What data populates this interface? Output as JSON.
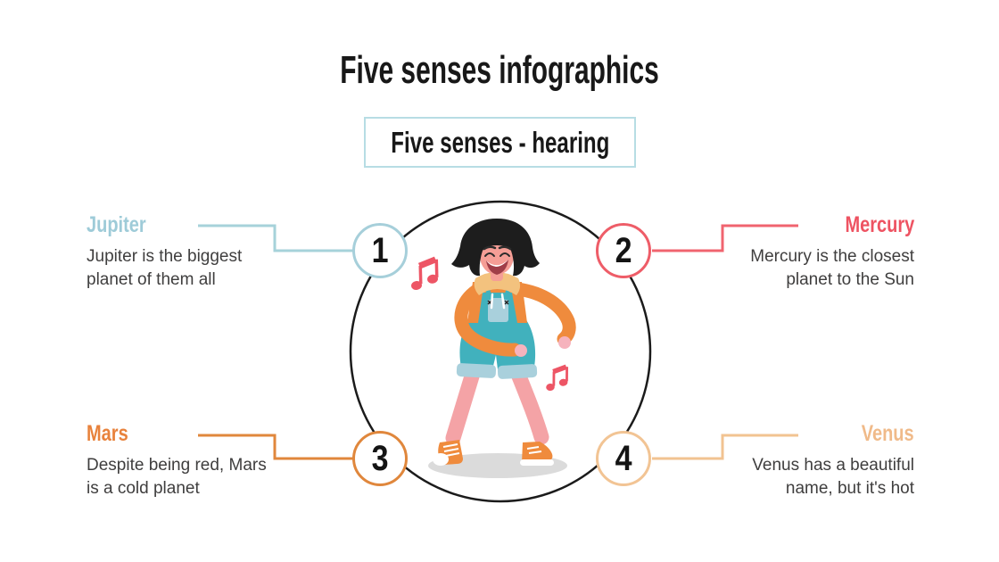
{
  "slide": {
    "title": "Five senses infographics",
    "subtitle": "Five senses - hearing",
    "background": "#ffffff",
    "title_color": "#181818",
    "body_text_color": "#3f3e3e",
    "subtitle_border_color": "#b7dde4"
  },
  "center": {
    "illustration": "dancing-girl-listening-to-music",
    "stage_circle_color": "#1b1b1b",
    "music_note_color": "#ed5565",
    "shadow_color": "#dbdbdb",
    "girl_colors": {
      "hair": "#1d1d1d",
      "skin": "#f59e96",
      "jacket": "#ef8b3d",
      "hood": "#f3c27e",
      "romper": "#41b1bd",
      "bib": "#a9d0dc"
    }
  },
  "callouts": [
    {
      "number": "1",
      "label": "Jupiter",
      "lines": [
        "Jupiter is the biggest",
        "planet of them all"
      ],
      "color": "#9ecbd8",
      "side": "left"
    },
    {
      "number": "2",
      "label": "Mercury",
      "lines": [
        "Mercury is the closest",
        "planet to the Sun"
      ],
      "color": "#ee5362",
      "side": "right"
    },
    {
      "number": "3",
      "label": "Mars",
      "lines": [
        "Despite being red, Mars",
        "is a cold planet"
      ],
      "color": "#e8823c",
      "side": "left"
    },
    {
      "number": "4",
      "label": "Venus",
      "lines": [
        "Venus has a beautiful",
        "name, but it's hot"
      ],
      "color": "#f0ba89",
      "side": "right"
    }
  ]
}
